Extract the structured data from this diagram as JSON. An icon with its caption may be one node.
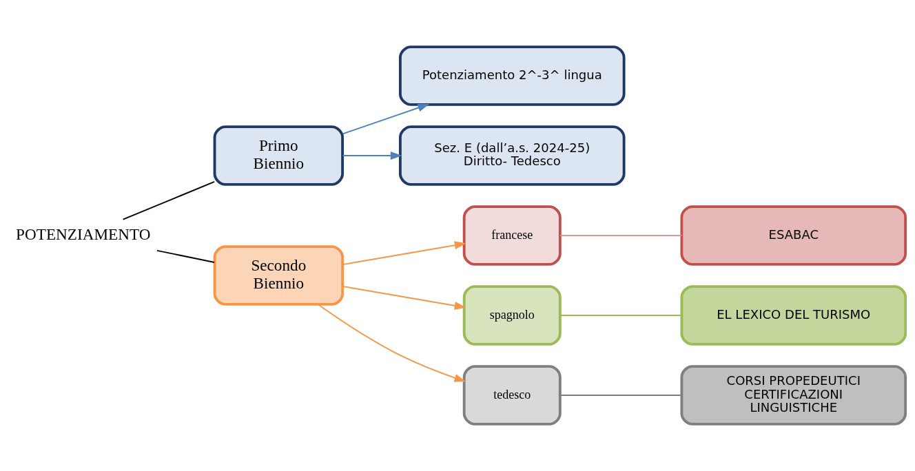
{
  "diagram": {
    "nodes": [
      {
        "text": [
          "POTENZIAMENTO"
        ]
      },
      {
        "text": [
          "Primo Biennio"
        ]
      },
      {
        "text": [
          "Potenziamento 2^-3^ lingua"
        ]
      },
      {
        "text": [
          "Sez. E (dall’a.s. 2024-25) Diritto- Tedesco"
        ]
      },
      {
        "text": [
          "Secondo Biennio"
        ]
      },
      {
        "text": [
          "francese"
        ]
      },
      {
        "text": [
          "ESABAC"
        ]
      },
      {
        "text": [
          "spagnolo"
        ]
      },
      {
        "text": [
          "EL LEXICO DEL TURISMO"
        ]
      },
      {
        "text": [
          "tedesco"
        ]
      },
      {
        "text": [
          "CORSI PROPEDEUTICI CERTIFICAZIONI LINGUISTICHE"
        ]
      }
    ],
    "edges": [
      {
        "from": 0,
        "to": 1,
        "arrow": "none",
        "color": "#000000"
      },
      {
        "from": 0,
        "to": 4,
        "arrow": "none",
        "color": "#000000"
      },
      {
        "from": 1,
        "to": 2,
        "arrow": "to",
        "color": "#4f81bd"
      },
      {
        "from": 1,
        "to": 3,
        "arrow": "to",
        "color": "#4f81bd"
      },
      {
        "from": 4,
        "to": 5,
        "arrow": "to",
        "color": "#f79646"
      },
      {
        "from": 4,
        "to": 7,
        "arrow": "to",
        "color": "#f79646"
      },
      {
        "from": 4,
        "to": 9,
        "arrow": "to",
        "color": "#f79646"
      },
      {
        "from": 5,
        "to": 6,
        "arrow": "none",
        "color": "#d99694"
      },
      {
        "from": 7,
        "to": 8,
        "arrow": "none",
        "color": "#9bbb59"
      },
      {
        "from": 9,
        "to": 10,
        "arrow": "none",
        "color": "#7f7f7f"
      }
    ]
  }
}
